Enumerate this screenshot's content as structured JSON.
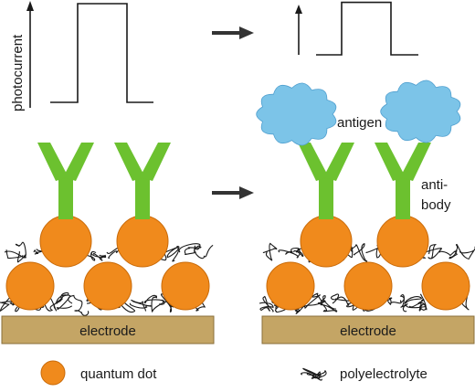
{
  "colors": {
    "quantum_dot": "#f08a1c",
    "quantum_dot_edge": "#c96a08",
    "antibody": "#6cc12f",
    "antigen": "#7cc4e8",
    "antigen_edge": "#4f9fcf",
    "electrode": "#c4a565",
    "electrode_edge": "#8a6f3a",
    "polyelectrolyte": "#1a1a1a",
    "arrow": "#333333"
  },
  "labels": {
    "y_axis": "photocurrent",
    "electrode_left": "electrode",
    "electrode_right": "electrode",
    "antigen": "antigen",
    "antibody_line1": "anti-",
    "antibody_line2": "body",
    "legend_quantum_dot": "quantum dot",
    "legend_polyelectrolyte": "polyelectrolyte"
  },
  "signal": {
    "before_relative_height": 1.0,
    "after_relative_height": 0.55
  },
  "icons": {
    "transition_arrow": "right-arrow-icon",
    "axis_arrow": "up-arrow-icon"
  }
}
